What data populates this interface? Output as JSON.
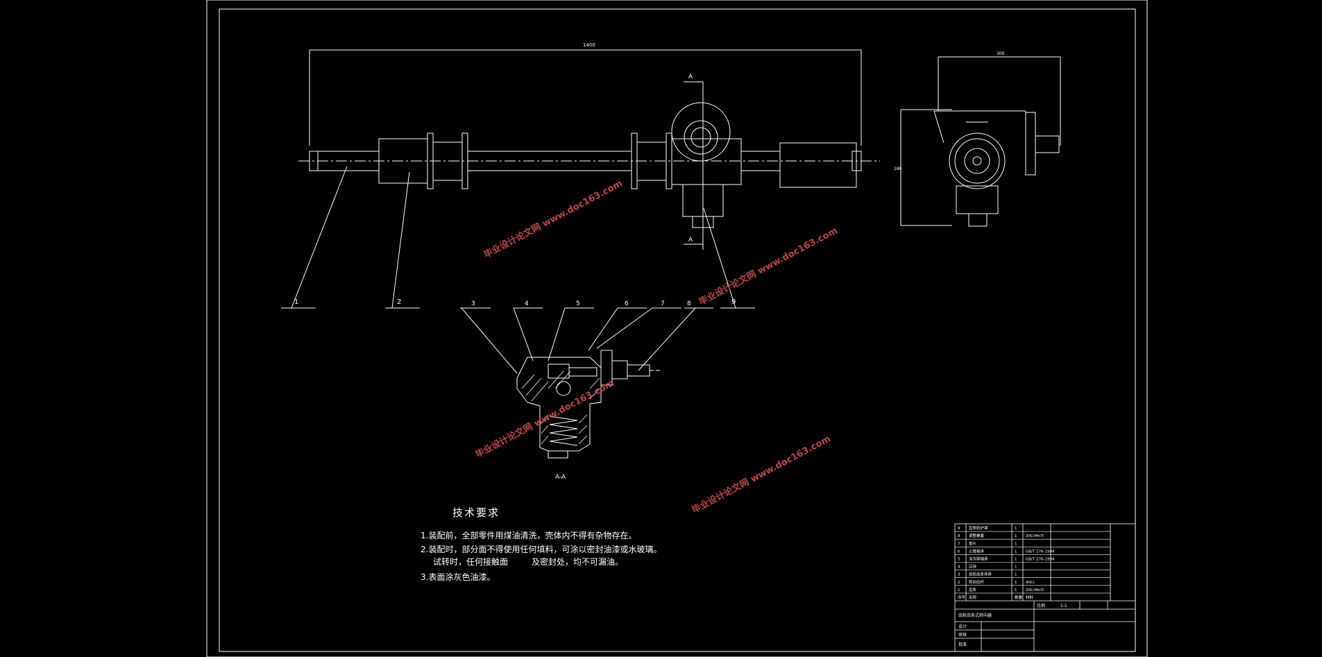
{
  "drawing": {
    "title_block": {
      "parts": [
        {
          "no": "9",
          "name": "齿条防护罩",
          "qty": "1",
          "material": ""
        },
        {
          "no": "8",
          "name": "调整螺塞",
          "qty": "1",
          "material": "20CrMnTi"
        },
        {
          "no": "7",
          "name": "垫片",
          "qty": "1",
          "material": ""
        },
        {
          "no": "6",
          "name": "止推轴承",
          "qty": "1",
          "material": "GB/T 276-1994"
        },
        {
          "no": "5",
          "name": "深沟球轴承",
          "qty": "1",
          "material": "GB/T 276-1994"
        },
        {
          "no": "4",
          "name": "压块",
          "qty": "1",
          "material": ""
        },
        {
          "no": "3",
          "name": "齿轮齿条壳体",
          "qty": "1",
          "material": ""
        },
        {
          "no": "2",
          "name": "转向拉杆",
          "qty": "1",
          "material": "40Cr"
        },
        {
          "no": "1",
          "name": "齿条",
          "qty": "1",
          "material": "20CrMnTi"
        }
      ],
      "header": {
        "no": "序号",
        "name": "名称",
        "qty": "数量",
        "material": "材料"
      },
      "drawing_name": "齿轮齿条式转向器",
      "scale_label": "比例",
      "scale": "1:1",
      "designer_label": "设计",
      "checker_label": "审核",
      "approver_label": "批准"
    },
    "balloons_main": [
      "1",
      "2",
      "9"
    ],
    "balloons_section": [
      "3",
      "4",
      "5",
      "6",
      "7",
      "8"
    ],
    "section_label": "A-A",
    "section_mark": "A",
    "tech_requirements": {
      "title": "技术要求",
      "items": [
        "1.装配前，全部零件用煤油清洗，壳体内不得有杂物存在。",
        "2.装配时，部分面不得使用任何填料，可涂以密封油漆或水玻璃。",
        "试转时，任何接触面",
        "及密封处，均不可漏油。",
        "3.表面涂灰色油漆。"
      ]
    },
    "watermark": "毕业设计论文网 www.doc163.com"
  }
}
